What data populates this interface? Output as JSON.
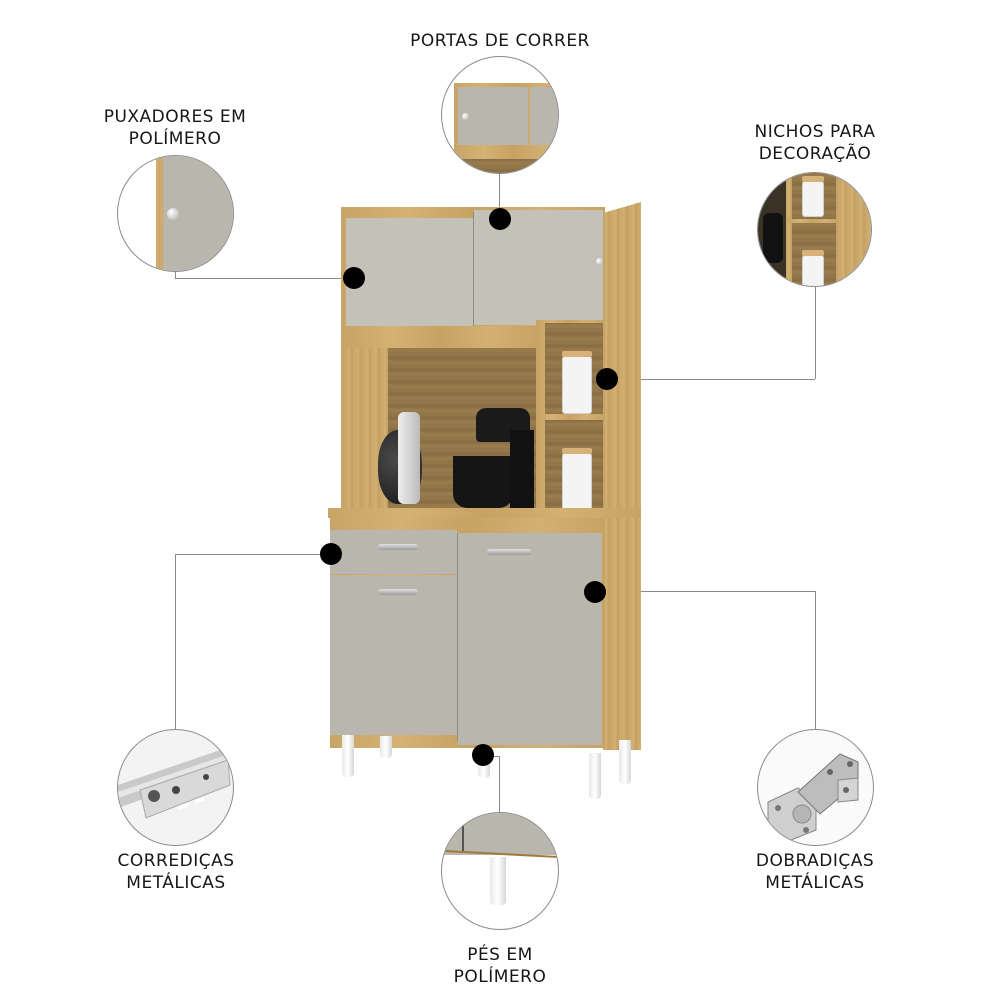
{
  "features": [
    {
      "id": "portas",
      "label_lines": [
        "PORTAS DE CORRER"
      ],
      "icon": "sliding-doors-closeup"
    },
    {
      "id": "puxadores",
      "label_lines": [
        "PUXADORES EM",
        "POLÍMERO"
      ],
      "icon": "polymer-knob-closeup"
    },
    {
      "id": "nichos",
      "label_lines": [
        "NICHOS PARA",
        "DECORAÇÃO"
      ],
      "icon": "decor-niches-closeup"
    },
    {
      "id": "corredicas",
      "label_lines": [
        "CORREDIÇAS",
        "METÁLICAS"
      ],
      "icon": "metal-drawer-slide-closeup"
    },
    {
      "id": "pes",
      "label_lines": [
        "PÉS EM",
        "POLÍMERO"
      ],
      "icon": "polymer-foot-closeup"
    },
    {
      "id": "dobradicas",
      "label_lines": [
        "DOBRADIÇAS",
        "METÁLICAS"
      ],
      "icon": "metal-hinge-closeup"
    }
  ],
  "colors": {
    "wood": "#c9a768",
    "panel": "#b9b6ae",
    "callout_dot": "#000000",
    "connector_line": "#8a8a8a"
  }
}
